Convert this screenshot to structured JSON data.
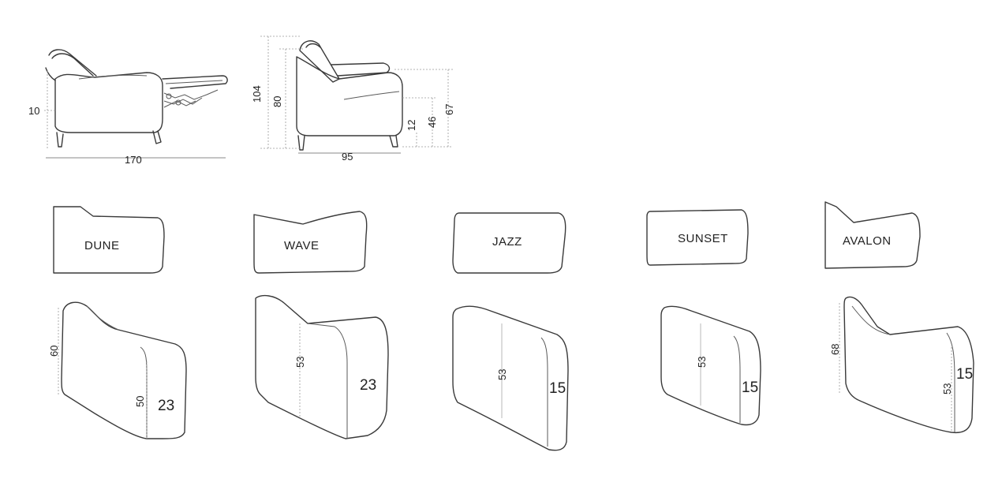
{
  "side_views": {
    "reclined": {
      "dim_height": "10",
      "dim_length": "170"
    },
    "upright": {
      "dim_total_height": "104",
      "dim_back_height": "80",
      "dim_arm_height": "67",
      "dim_seat_height": "46",
      "dim_leg_height": "12",
      "dim_depth": "95"
    }
  },
  "armrests": [
    {
      "name": "DUNE",
      "dim_height": "60",
      "dim_inner": "50",
      "dim_width": "23"
    },
    {
      "name": "WAVE",
      "dim_height": "53",
      "dim_width": "23"
    },
    {
      "name": "JAZZ",
      "dim_height": "53",
      "dim_width": "15"
    },
    {
      "name": "SUNSET",
      "dim_height": "53",
      "dim_width": "15"
    },
    {
      "name": "AVALON",
      "dim_height": "68",
      "dim_inner": "53",
      "dim_width": "15"
    }
  ]
}
